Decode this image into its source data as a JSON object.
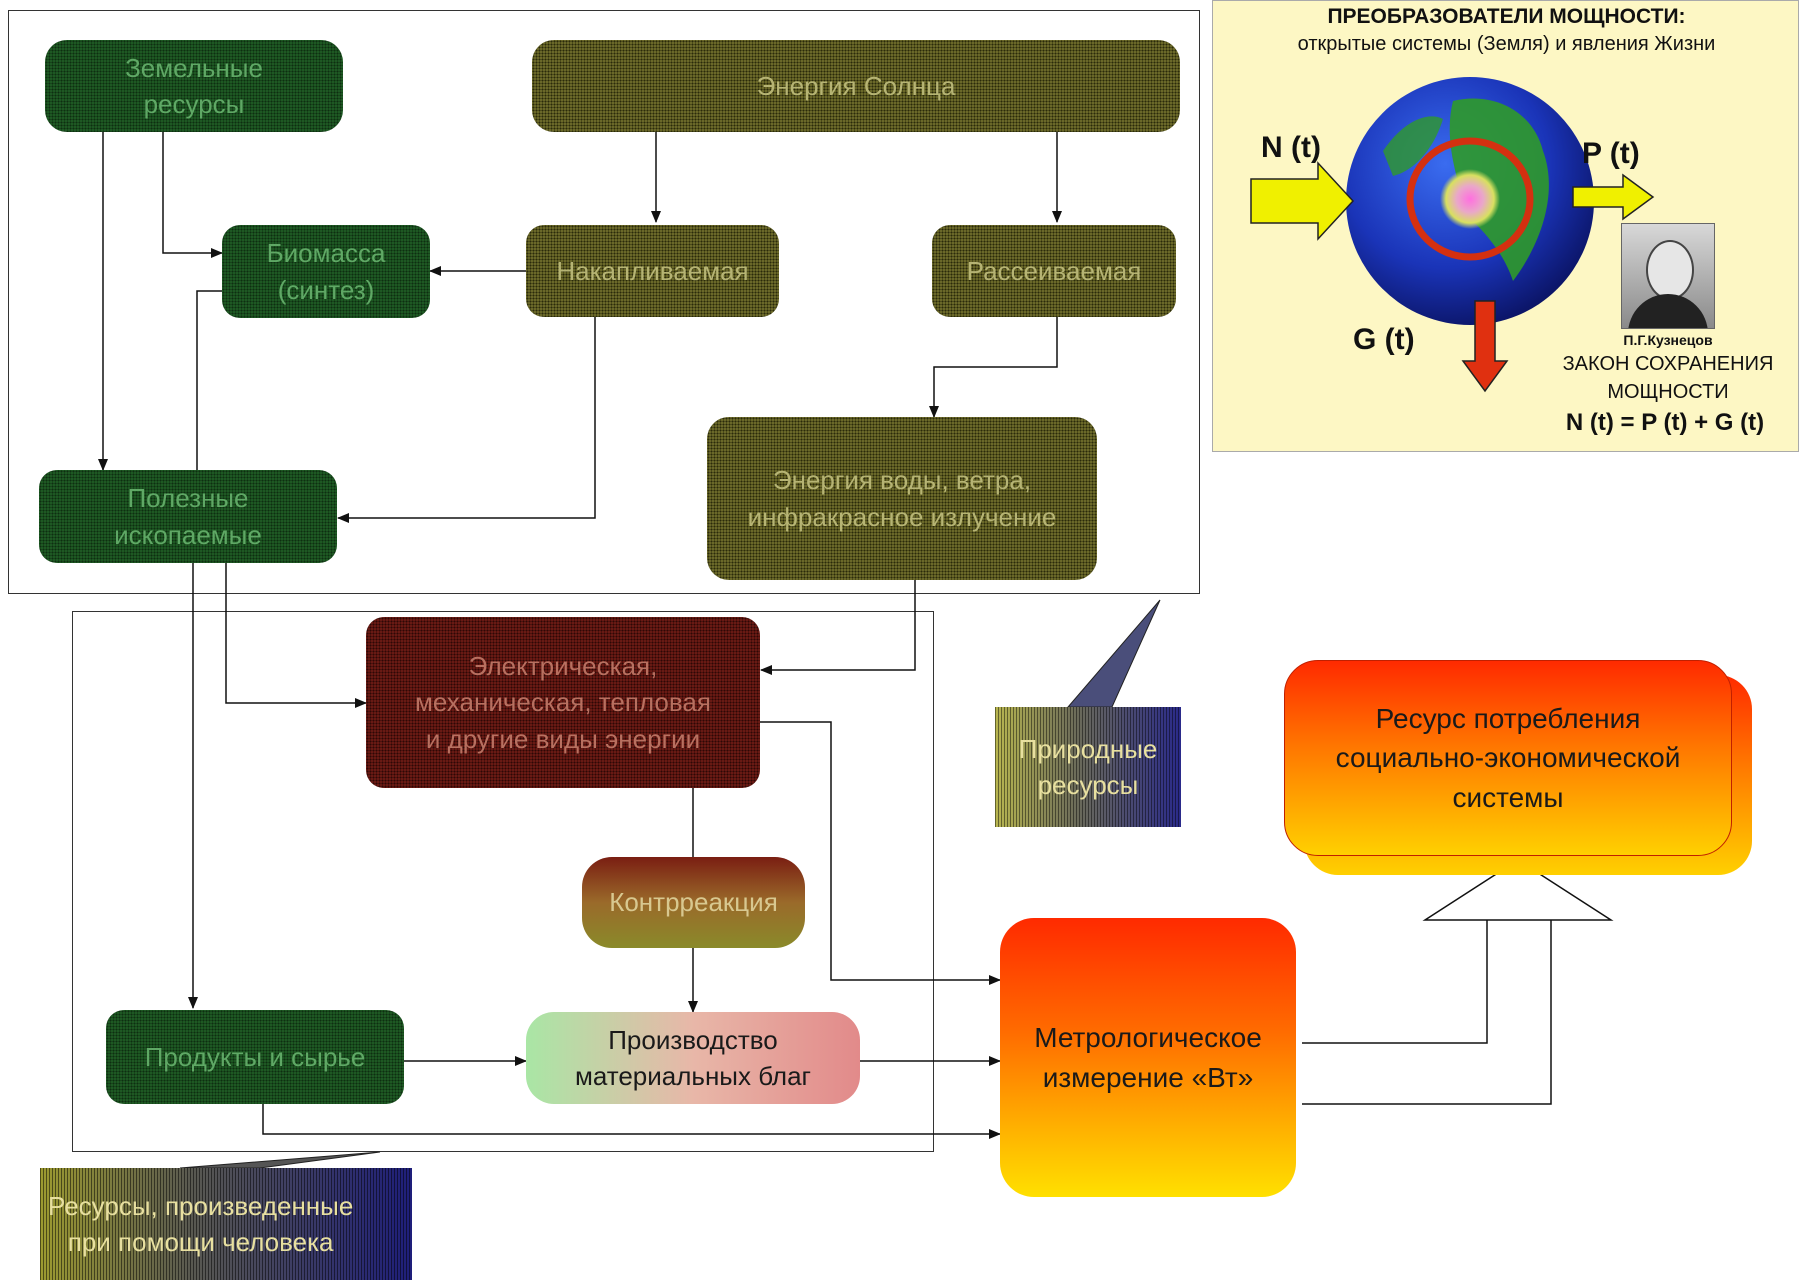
{
  "nodes": {
    "earth_resources": "Земельные\nресурсы",
    "solar_energy": "Энергия Солнца",
    "biomass": "Биомасса\n(синтез)",
    "accumulated": "Накапливаемая",
    "dissipated": "Рассеиваемая",
    "minerals": "Полезные\nископаемые",
    "water_wind": "Энергия воды, ветра,\nинфракрасное излучение",
    "energy_types": "Электрическая,\nмеханическая, тепловая\nи другие виды энергии",
    "counteraction": "Контрреакция",
    "products": "Продукты и сырье",
    "production": "Производство\nматериальных благ",
    "metrology": "Метрологическое\nизмерение «Вт»",
    "consumption": "Ресурс потребления\nсоциально-экономической\nсистемы",
    "natural_resources": "Природные\nресурсы",
    "human_resources": "Ресурсы, произведенные\nпри помощи человека"
  },
  "panel": {
    "title": "ПРЕОБРАЗОВАТЕЛИ МОЩНОСТИ:",
    "subtitle": "открытые системы (Земля) и явления Жизни",
    "n_label": "N (t)",
    "p_label": "P (t)",
    "g_label": "G (t)",
    "author": "П.Г.Кузнецов",
    "law_line1": "ЗАКОН СОХРАНЕНИЯ",
    "law_line2": "МОЩНОСТИ",
    "formula": "N (t) = P (t) + G (t)"
  }
}
